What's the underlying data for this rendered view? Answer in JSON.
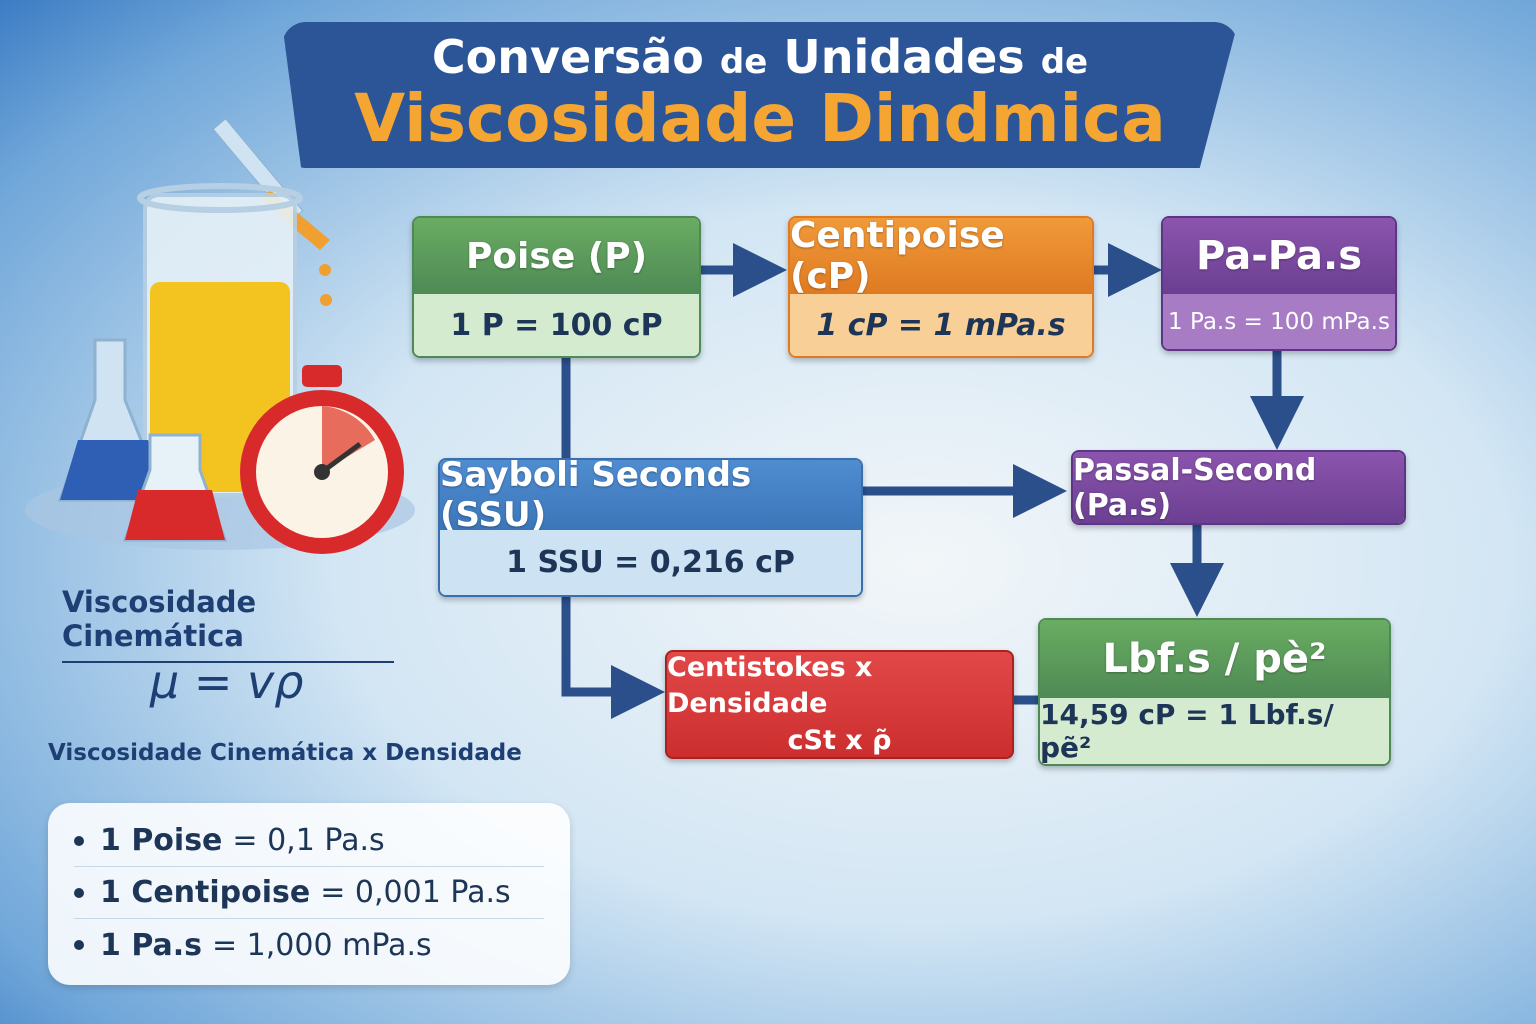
{
  "title": {
    "line1_a": "Conversão",
    "line1_b": "de",
    "line1_c": "Unidades",
    "line1_d": "de",
    "line2": "Viscosidade Dindmica"
  },
  "boxes": {
    "poise": {
      "title": "Poise (P)",
      "value": "1 P = 100 cP"
    },
    "centipoise": {
      "title": "Centipoise (cP)",
      "value": "1 cP = 1 mPa.s"
    },
    "papas": {
      "title": "Pa-Pa.s",
      "value": "1 Pa.s = 100 mPa.s"
    },
    "ssu": {
      "title": "Sayboli Seconds (SSU)",
      "value": "1 SSU = 0,216 cP"
    },
    "passal": {
      "title": "Passal-Second (Pa.s)"
    },
    "centistokes": {
      "title": "Centistokes x Densidade",
      "value": "cSt x ρ̃"
    },
    "lbf": {
      "title": "Lbf.s / pè²",
      "value": "14,59 cP = 1 Lbf.s/ pẽ²"
    }
  },
  "left": {
    "title": "Viscosidade Cinemática",
    "formula": "μ = vρ",
    "formula_label": "Viscosidade Cinemática x Densidade"
  },
  "facts": [
    {
      "bold": "1 Poise",
      "rest": "= 0,1 Pa.s"
    },
    {
      "bold": "1 Centipoise",
      "rest": "= 0,001 Pa.s"
    },
    {
      "bold": "1 Pa.s",
      "rest": "= 1,000 mPa.s"
    }
  ],
  "colors": {
    "arrow": "#2a4f8a",
    "banner": "#2b5597",
    "accent": "#f5a531"
  }
}
